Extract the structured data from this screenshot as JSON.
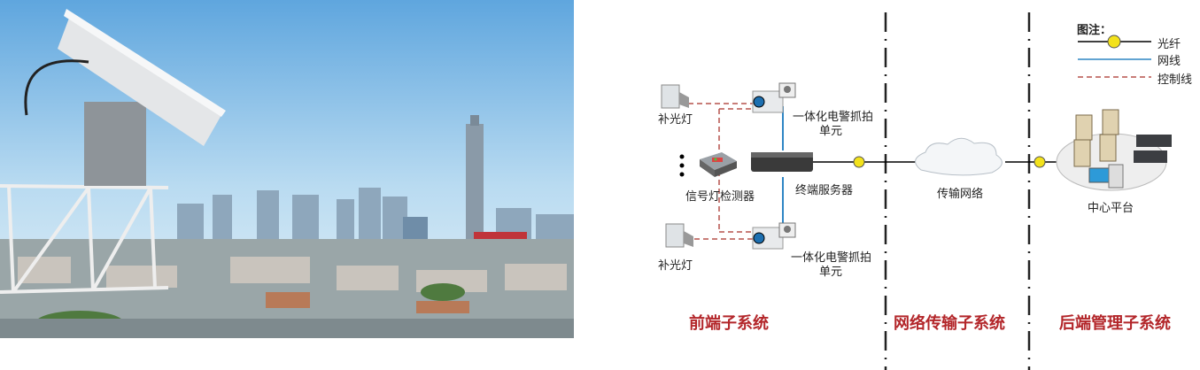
{
  "legend": {
    "title": "图注：",
    "fiber": "光纤",
    "network_cable": "网线",
    "control_line": "控制线"
  },
  "nodes": {
    "fill_light_top": "补光灯",
    "fill_light_bottom": "补光灯",
    "camera_top": [
      "一体化电警抓拍",
      "单元"
    ],
    "camera_bottom": [
      "一体化电警抓拍",
      "单元"
    ],
    "signal_detector": "信号灯检测器",
    "terminal_server": "终端服务器",
    "transmission_network": "传输网络",
    "center_platform": "中心平台"
  },
  "subsystems": [
    "前端子系统",
    "网络传输子系统",
    "后端管理子系统"
  ],
  "colors": {
    "fiber": "#000000",
    "network_cable": "#2f86c4",
    "control_line": "#b5524c",
    "subsystem_text": "#b3262a",
    "fiber_connector": "#f3e21b"
  }
}
